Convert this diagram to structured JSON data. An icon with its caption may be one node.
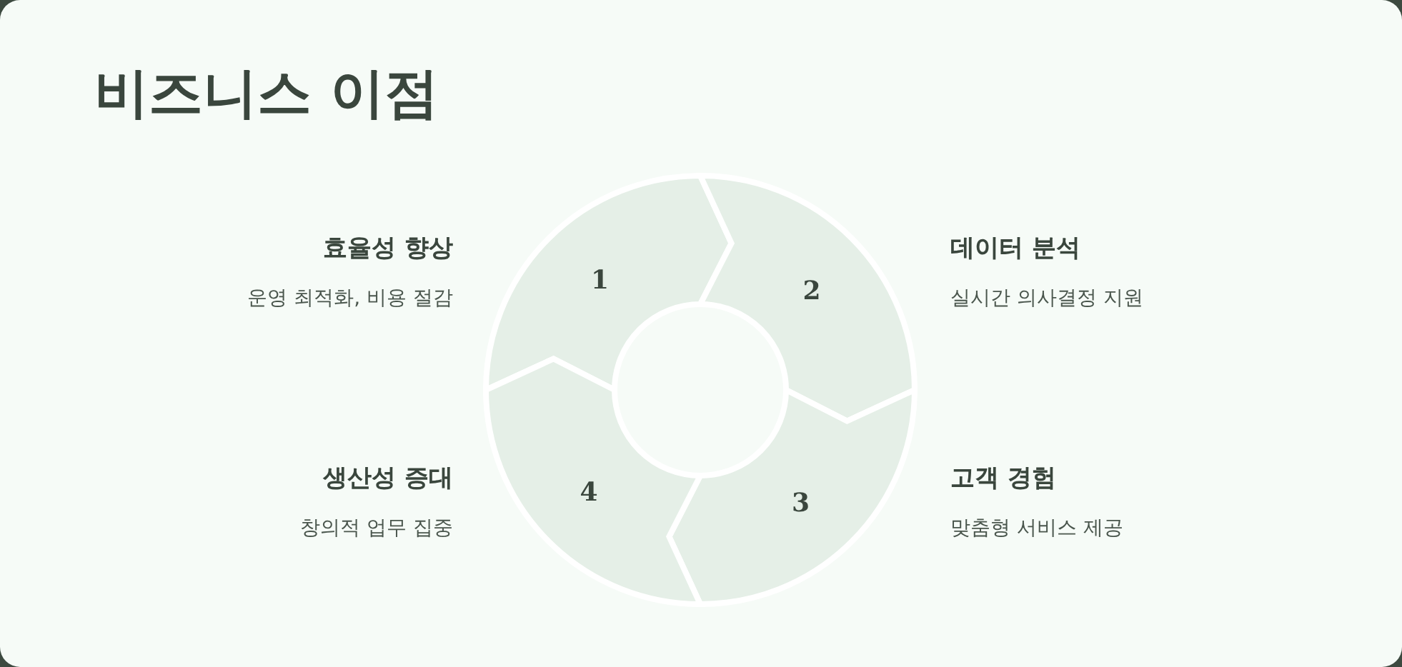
{
  "diagram": {
    "title": "비즈니스 이점",
    "nodes": [
      {
        "text": [
          "1"
        ],
        "beside": [
          "효율성 향상",
          "운영 최적화, 비용 절감"
        ]
      },
      {
        "text": [
          "2"
        ],
        "beside": [
          "데이터 분석",
          "실시간 의사결정 지원"
        ]
      },
      {
        "text": [
          "3"
        ],
        "beside": [
          "고객 경험",
          "맞춤형 서비스 제공"
        ]
      },
      {
        "text": [
          "4"
        ],
        "beside": [
          "생산성 증대",
          "창의적 업무 집중"
        ]
      }
    ]
  }
}
